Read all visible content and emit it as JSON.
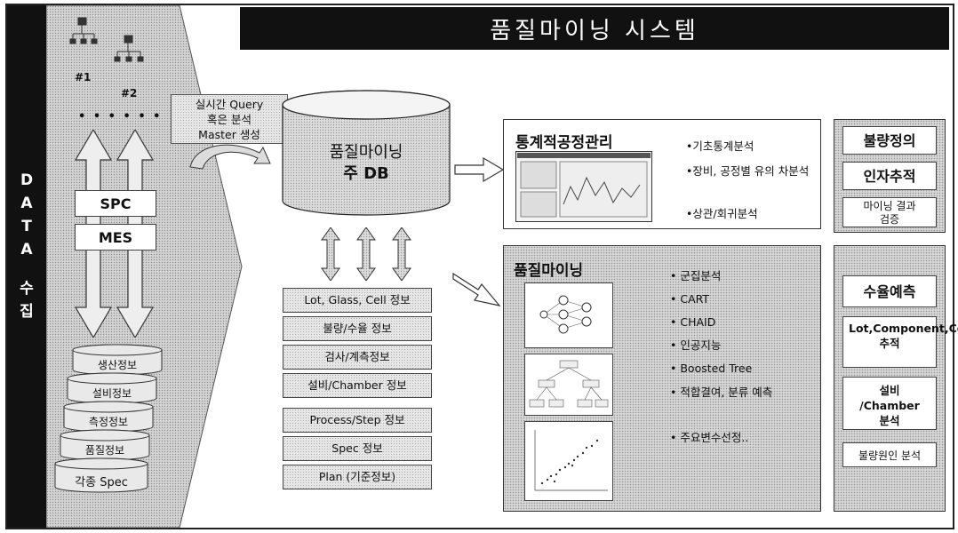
{
  "title": "품질마이닝 시스템",
  "side_label": [
    "D",
    "A",
    "T",
    "A",
    "수",
    "집"
  ],
  "node_labels": [
    "#1",
    "#2"
  ],
  "dots": "• • • • • •",
  "systems": [
    "SPC",
    "MES"
  ],
  "query_box": [
    "실시간 Query",
    "혹은 분석",
    "Master 생성"
  ],
  "db_label": [
    "품질마이닝",
    "주 DB"
  ],
  "sources": [
    "생산정보",
    "설비정보",
    "측정정보",
    "품질정보",
    "각종 Spec"
  ],
  "info_items": [
    "Lot, Glass, Cell 정보",
    "불량/수율 정보",
    "검사/계측정보",
    "설비/Chamber 정보",
    "Process/Step 정보",
    "Spec 정보",
    "Plan (기준정보)"
  ],
  "spc_panel": {
    "title": "통계적공정관리",
    "bullets": [
      "•기초통계분석",
      "•장비, 공정별 유의 차분석",
      "•상관/회귀분석"
    ]
  },
  "mining_panel": {
    "title": "품질마이닝",
    "bullets": [
      "• 군집분석",
      "• CART",
      "• CHAID",
      "• 인공지능",
      "• Boosted Tree",
      "• 적합결여, 분류 예측",
      "• 주요변수선정.."
    ]
  },
  "right_top": [
    "불량정의",
    "인자추적",
    "마이닝 결과 검증"
  ],
  "right_bottom": [
    "수율예측",
    "Lot,Component,Cell 추적",
    "설비 /Chamber 분석",
    "불량원인 분석"
  ]
}
